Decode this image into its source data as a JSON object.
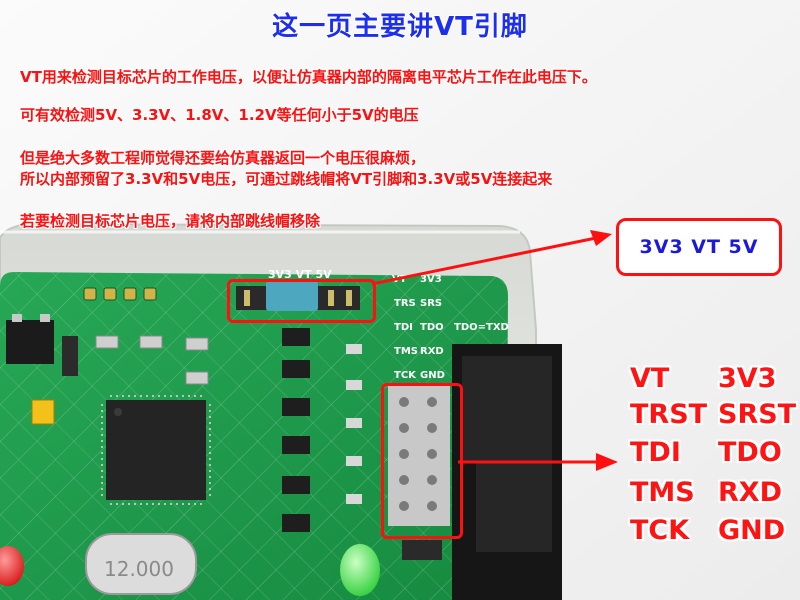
{
  "title": "这一页主要讲VT引脚",
  "lines": [
    "VT用来检测目标芯片的工作电压，以便让仿真器内部的隔离电平芯片工作在此电压下。",
    "可有效检测5V、3.3V、1.8V、1.2V等任何小于5V的电压",
    "但是绝大多数工程师觉得还要给仿真器返回一个电压很麻烦，",
    "所以内部预留了3.3V和5V电压，可通过跳线帽将VT引脚和3.3V或5V连接起来",
    "若要检测目标芯片电压，请将内部跳线帽移除"
  ],
  "callout": "3V3 VT 5V",
  "pinout": {
    "left": [
      "VT",
      "TRST",
      "TDI",
      "TMS",
      "TCK"
    ],
    "right": [
      "3V3",
      "SRST",
      "TDO",
      "RXD",
      "GND"
    ]
  },
  "board_silkscreen": {
    "header_label": "3V3 VT 5V",
    "side_labels": [
      "VT",
      "3V3",
      "TRS",
      "SRS",
      "TDI",
      "TDO",
      "TMS",
      "RXD",
      "TCK",
      "GND"
    ],
    "misc": "TDO=TXD",
    "crystal": "12.000"
  },
  "colors": {
    "title": "#1c2ef0",
    "text": "#ff1010",
    "callout_text": "#1a1ad8",
    "highlight": "#ff1010",
    "pcb": "#1e9a4a",
    "enclosure": "#e4e6e2"
  }
}
